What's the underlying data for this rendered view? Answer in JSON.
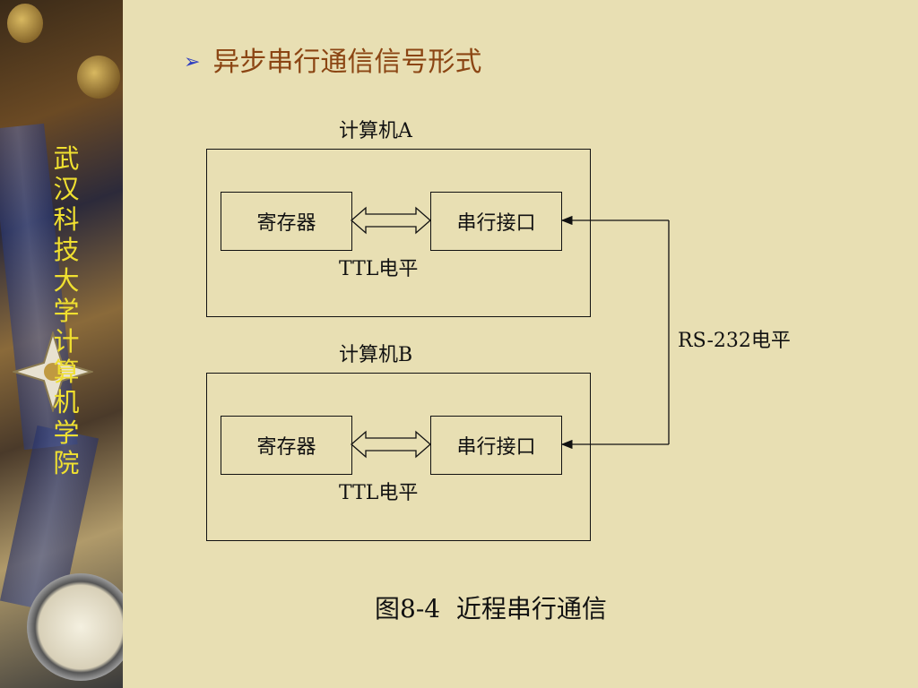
{
  "sidebar": {
    "vertical_text": "武汉科技大学计算机学院"
  },
  "slide": {
    "bullet_glyph": "➢",
    "title": "异步串行通信信号形式"
  },
  "diagram": {
    "computer_a": {
      "label": "计算机A",
      "register": "寄存器",
      "serial_port": "串行接口",
      "ttl_label": "TTL电平"
    },
    "computer_b": {
      "label": "计算机B",
      "register": "寄存器",
      "serial_port": "串行接口",
      "ttl_label": "TTL电平"
    },
    "link_label": "RS-232电平"
  },
  "caption": "图8-4  近程串行通信"
}
